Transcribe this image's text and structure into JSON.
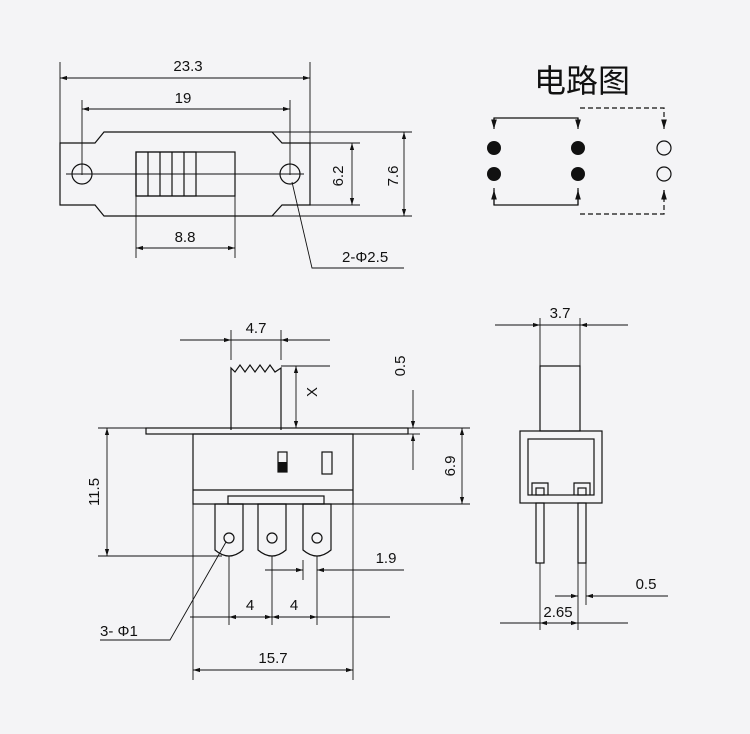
{
  "circuit_title": "电路图",
  "top_view": {
    "overall_length": "23.3",
    "hole_spacing": "19",
    "slot_length": "8.8",
    "inner_height": "6.2",
    "outer_height": "7.6",
    "mount_holes": "2-Φ2.5"
  },
  "front_view": {
    "knob_width": "4.7",
    "knob_travel_label": "X",
    "plate_thickness": "0.5",
    "body_height": "6.9",
    "total_height": "11.5",
    "pin_offset": "1.9",
    "pin_pitch_1": "4",
    "pin_pitch_2": "4",
    "pin_holes": "3- Φ1",
    "body_length": "15.7"
  },
  "side_view": {
    "knob_thickness": "3.7",
    "pin_thickness": "0.5",
    "pin_row_spacing": "2.65"
  }
}
